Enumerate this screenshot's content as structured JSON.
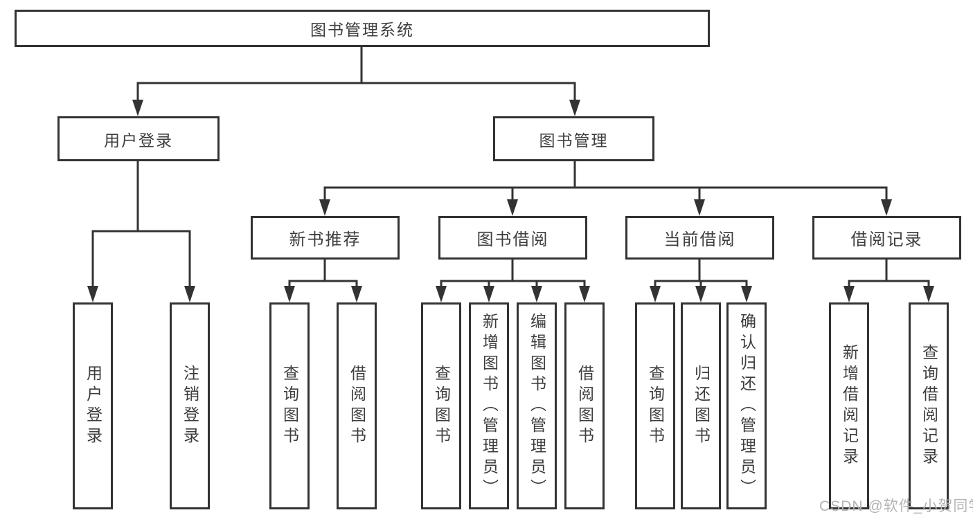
{
  "tree": {
    "root": {
      "label": "图书管理系统"
    },
    "children": [
      {
        "label": "用户登录",
        "children": [
          {
            "label": "用户登录"
          },
          {
            "label": "注销登录"
          }
        ]
      },
      {
        "label": "图书管理",
        "children": [
          {
            "label": "新书推荐",
            "children": [
              {
                "label": "查询图书"
              },
              {
                "label": "借阅图书"
              }
            ]
          },
          {
            "label": "图书借阅",
            "children": [
              {
                "label": "查询图书"
              },
              {
                "label": "新增图书（管理员）"
              },
              {
                "label": "编辑图书（管理员）"
              },
              {
                "label": "借阅图书"
              }
            ]
          },
          {
            "label": "当前借阅",
            "children": [
              {
                "label": "查询图书"
              },
              {
                "label": "归还图书"
              },
              {
                "label": "确认归还（管理员）"
              }
            ]
          },
          {
            "label": "借阅记录",
            "children": [
              {
                "label": "新增借阅记录"
              },
              {
                "label": "查询借阅记录"
              }
            ]
          }
        ]
      }
    ]
  },
  "watermark": "CSDN @软件_小贺同学",
  "colors": {
    "line": "#333333",
    "box_border": "#333333",
    "box_fill": "#ffffff",
    "text": "#3d3d3d",
    "watermark": "#b3b3b3",
    "background": "#ffffff"
  }
}
